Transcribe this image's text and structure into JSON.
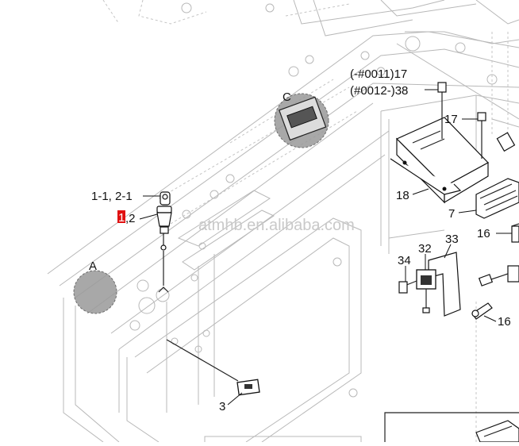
{
  "labels": {
    "p17a": "(-#0011)17",
    "p38": "(#0012-)38",
    "pC": "C",
    "p17b": "17",
    "p11": "1-1, 2-1",
    "p1": "1",
    "p12": ",2",
    "p18": "18",
    "p7": "7",
    "p16a": "16",
    "pA": "A",
    "p32": "32",
    "p33": "33",
    "p34": "34",
    "p16b": "16",
    "p3": "3"
  },
  "watermark": "atmhb.en.alibaba.com",
  "colors": {
    "highlight": "#e01010",
    "line": "#b8b8b8",
    "ink": "#111111"
  }
}
